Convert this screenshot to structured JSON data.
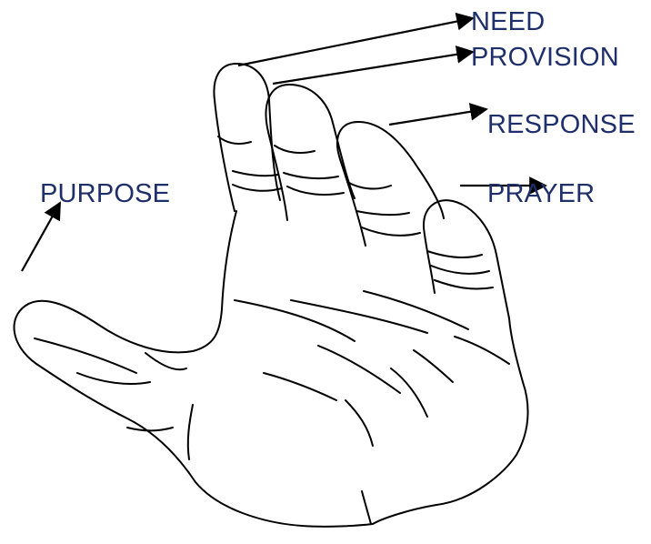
{
  "labels": {
    "need": "NEED",
    "provision": "PROVISION",
    "response": "RESPONSE",
    "prayer": "PRAYER",
    "purpose": "PURPOSE"
  },
  "colors": {
    "label_text": "#1f2f6b",
    "ink": "#000000",
    "background": "#ffffff"
  },
  "illustration": "hand-drawing"
}
